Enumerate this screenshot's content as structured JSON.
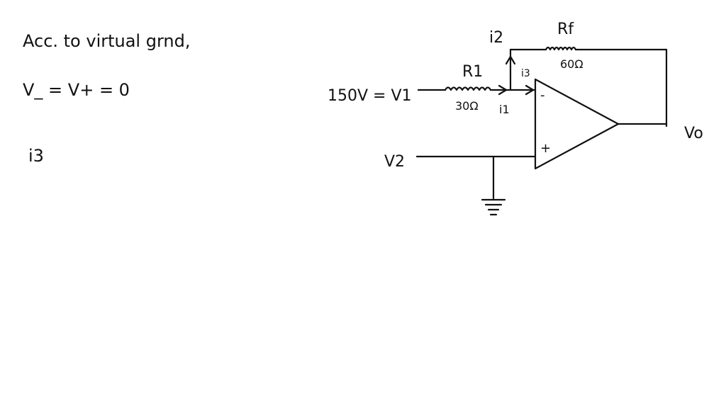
{
  "notes": {
    "line1": "Acc. to virtual grnd,",
    "line2": "V_ = V+ = 0",
    "line3": "i3"
  },
  "circuit": {
    "input_label": "150V = V1",
    "r1_label": "R1",
    "r1_value": "30Ω",
    "i1_label": "i1",
    "i2_label": "i2",
    "i3_label": "i3",
    "rf_label": "Rf",
    "rf_value": "60Ω",
    "v2_label": "V2",
    "vo_label": "Vo",
    "minus_sign": "-",
    "plus_sign": "+"
  },
  "colors": {
    "ink": "#111111",
    "background": "#ffffff"
  }
}
